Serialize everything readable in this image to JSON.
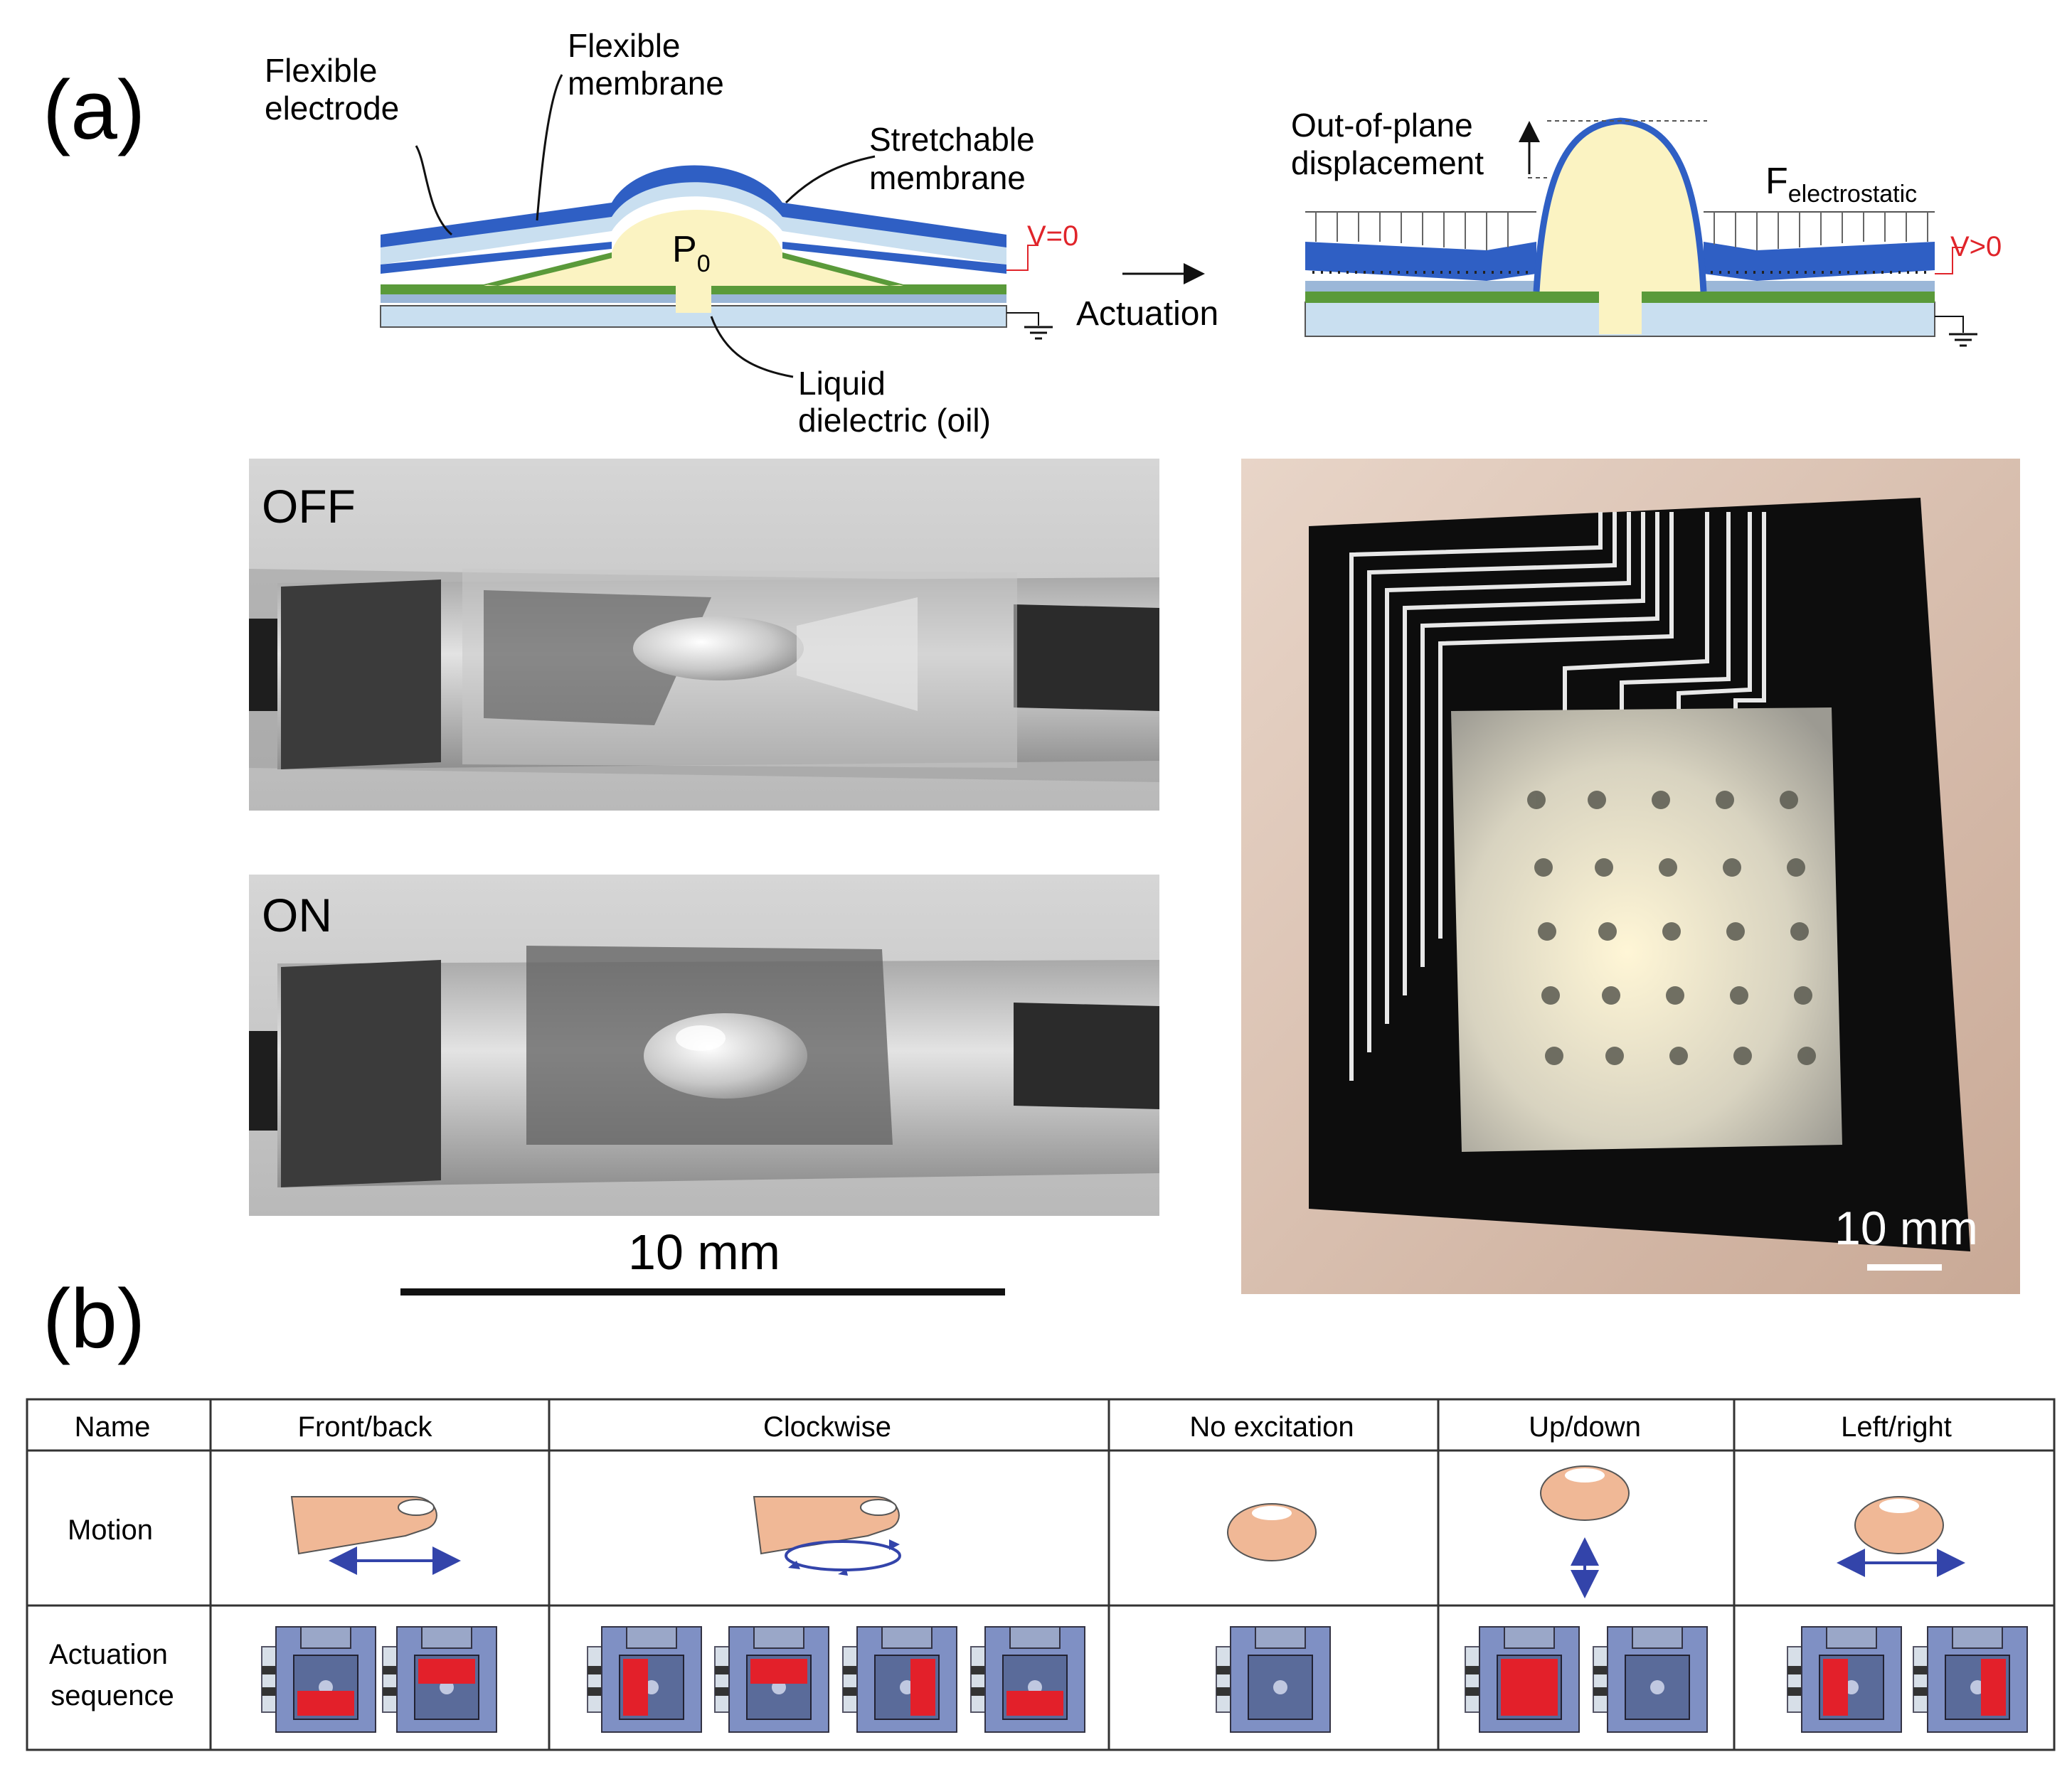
{
  "panel_a": {
    "label": "(a)",
    "schematic_left": {
      "flexible_electrode": [
        "Flexible",
        "electrode"
      ],
      "flexible_membrane": [
        "Flexible",
        "membrane"
      ],
      "stretchable_membrane": [
        "Stretchable",
        "membrane"
      ],
      "pressure_label": "P",
      "pressure_sub": "0",
      "voltage_label": "V=0",
      "liquid_dielectric": [
        "Liquid",
        "dielectric (oil)"
      ]
    },
    "arrow_label": "Actuation",
    "schematic_right": {
      "displacement": [
        "Out-of-plane",
        "displacement"
      ],
      "force_label": "F",
      "force_sub": "electrostatic",
      "voltage_label": "V>0"
    },
    "photo_off_label": "OFF",
    "photo_on_label": "ON",
    "scale_bar_left": "10 mm",
    "scale_bar_right": "10 mm"
  },
  "panel_b": {
    "label": "(b)",
    "headers": [
      "Name",
      "Front/back",
      "Clockwise",
      "No excitation",
      "Up/down",
      "Left/right"
    ],
    "row_labels": {
      "motion": "Motion",
      "actuation": [
        "Actuation",
        "sequence"
      ]
    }
  },
  "colors": {
    "electrode_blue": "#2f5fc4",
    "membrane_light": "#c9dff0",
    "oil_yellow": "#fbf3c2",
    "membrane_green": "#5a9a3a",
    "voltage_red": "#e0242a",
    "finger_skin": "#f0b896",
    "arrow_blue": "#3344aa",
    "actuator_red": "#e3202a",
    "actuator_blue": "#7f90c4"
  }
}
